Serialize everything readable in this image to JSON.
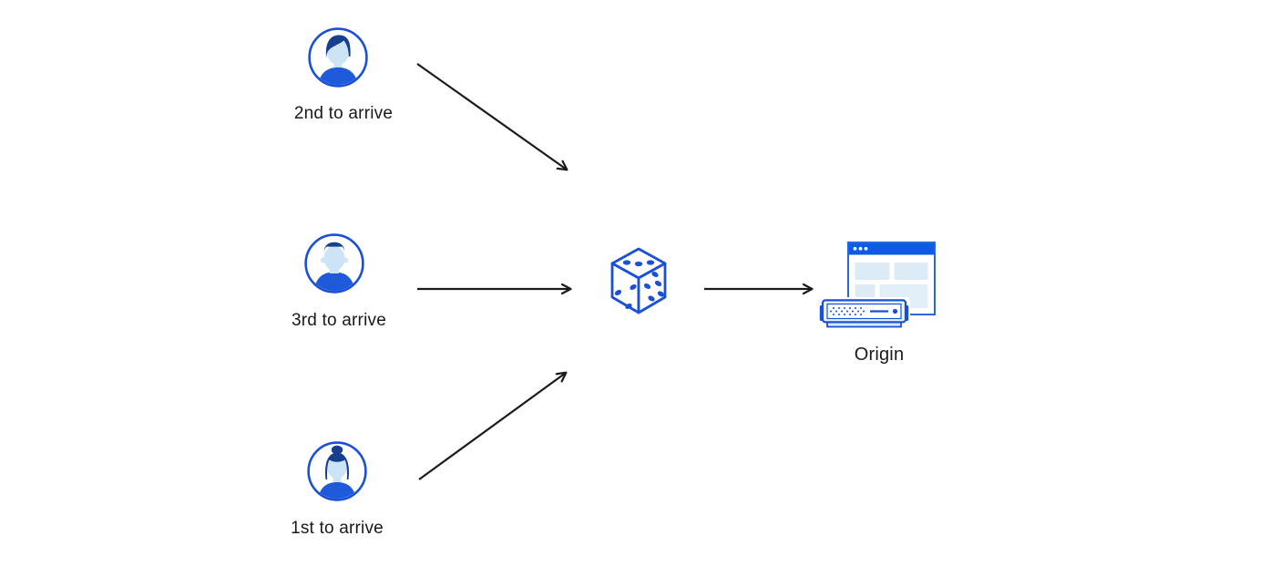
{
  "diagram": {
    "description": "Three clients arriving in different order are routed randomly (dice) to an origin server",
    "nodes": {
      "user_second": {
        "label": "2nd to arrive",
        "icon": "avatar-man-side-part-icon"
      },
      "user_third": {
        "label": "3rd to arrive",
        "icon": "avatar-man-crew-cut-icon"
      },
      "user_first": {
        "label": "1st to arrive",
        "icon": "avatar-woman-bun-icon"
      },
      "randomizer": {
        "label": "",
        "icon": "dice-icon"
      },
      "origin": {
        "label": "Origin",
        "icon": "origin-server-icon"
      }
    },
    "edges": [
      {
        "from": "user_second",
        "to": "randomizer"
      },
      {
        "from": "user_third",
        "to": "randomizer"
      },
      {
        "from": "user_first",
        "to": "randomizer"
      },
      {
        "from": "randomizer",
        "to": "origin"
      }
    ],
    "colors": {
      "background": "#ffffff",
      "blue_primary": "#1a50d8",
      "blue_titlebar": "#1159e0",
      "blue_hair": "#163f8f",
      "blue_shirt": "#1e5ad9",
      "blue_face": "#cde4f7",
      "blue_panel": "#dcebf6",
      "blue_panel_light": "#e2eef8",
      "arrow": "#1b1b1b",
      "text": "#17191d"
    }
  }
}
